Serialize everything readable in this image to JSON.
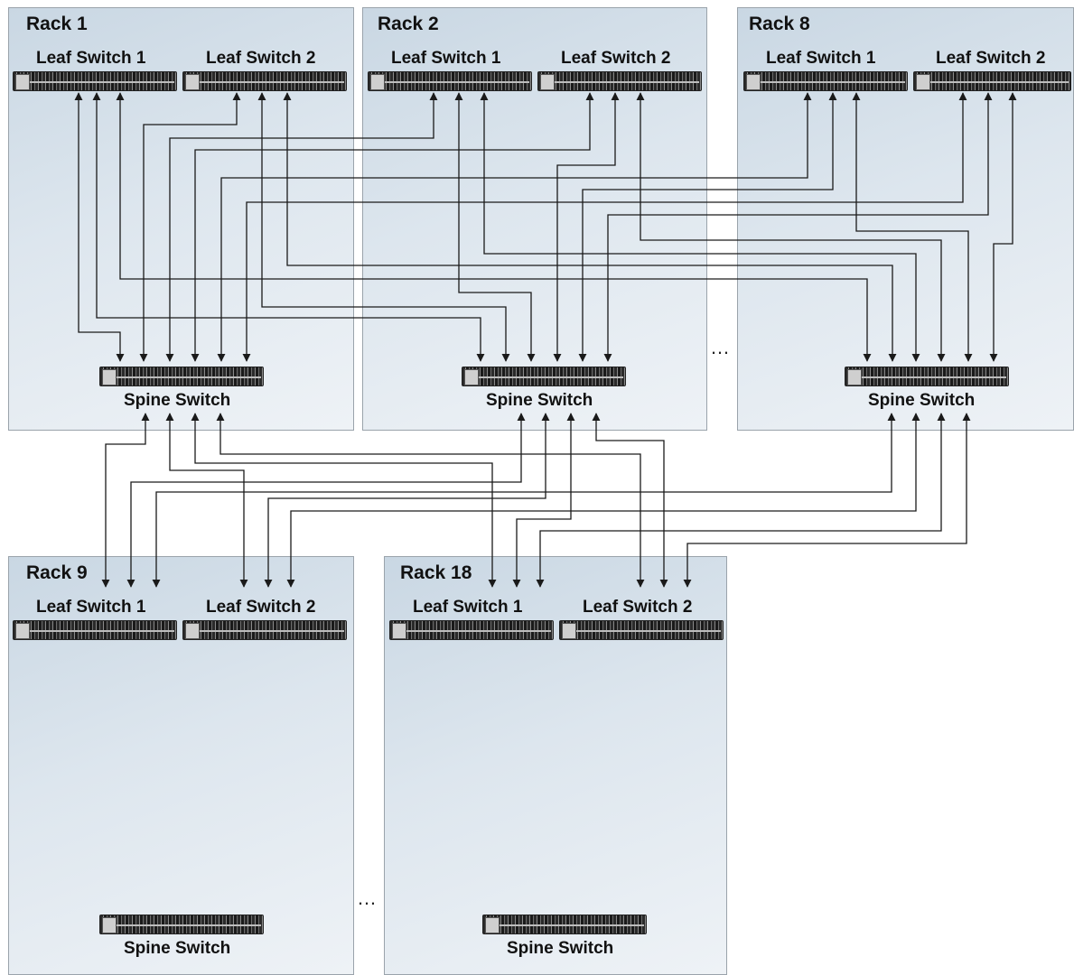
{
  "racks": {
    "r1": {
      "title": "Rack 1",
      "leaf1": "Leaf Switch 1",
      "leaf2": "Leaf Switch 2",
      "spine": "Spine Switch"
    },
    "r2": {
      "title": "Rack 2",
      "leaf1": "Leaf Switch 1",
      "leaf2": "Leaf Switch 2",
      "spine": "Spine Switch"
    },
    "r8": {
      "title": "Rack 8",
      "leaf1": "Leaf Switch 1",
      "leaf2": "Leaf Switch 2",
      "spine": "Spine Switch"
    },
    "r9": {
      "title": "Rack 9",
      "leaf1": "Leaf Switch 1",
      "leaf2": "Leaf Switch 2",
      "spine": "Spine Switch"
    },
    "r18": {
      "title": "Rack 18",
      "leaf1": "Leaf Switch 1",
      "leaf2": "Leaf Switch 2",
      "spine": "Spine Switch"
    }
  },
  "ellipsis": "…",
  "colors": {
    "rack_bg": "#dde6ee",
    "wire": "#1a1a1a"
  }
}
